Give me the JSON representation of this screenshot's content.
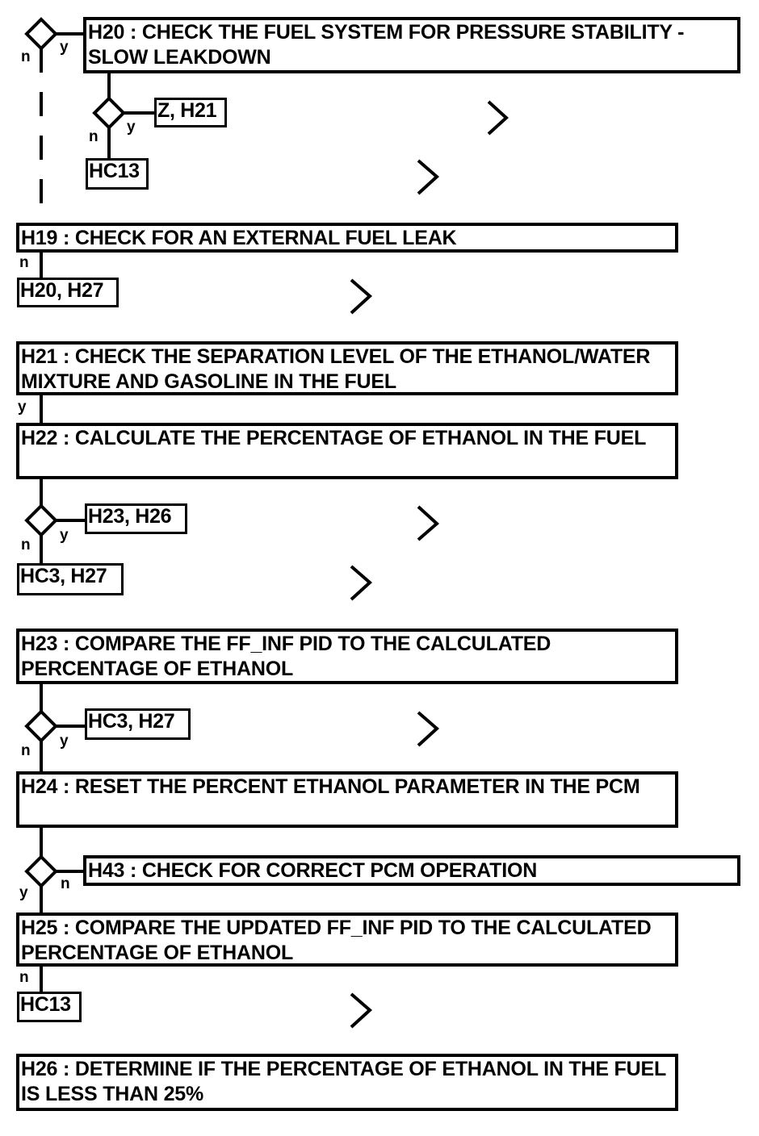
{
  "labels": {
    "yes": "y",
    "no": "n"
  },
  "steps": {
    "h20": "H20 : CHECK THE FUEL SYSTEM FOR PRESSURE STABILITY - SLOW LEAKDOWN",
    "h19": "H19 : CHECK FOR AN EXTERNAL FUEL LEAK",
    "h21": "H21 : CHECK THE SEPARATION LEVEL OF THE ETHANOL/WATER MIXTURE AND GASOLINE IN THE FUEL",
    "h22": "H22 : CALCULATE THE PERCENTAGE OF ETHANOL IN THE FUEL",
    "h23": "H23 : COMPARE THE FF_INF PID TO THE CALCULATED PERCENTAGE OF ETHANOL",
    "h24": "H24 : RESET THE PERCENT ETHANOL PARAMETER IN THE PCM",
    "h43": "H43 : CHECK FOR CORRECT PCM OPERATION",
    "h25": "H25 : COMPARE THE UPDATED FF_INF PID TO THE CALCULATED PERCENTAGE OF ETHANOL",
    "h26": "H26 : DETERMINE IF THE PERCENTAGE OF ETHANOL IN THE FUEL IS LESS THAN 25%"
  },
  "refs": {
    "z_h21": "Z, H21",
    "hc13_a": "HC13",
    "h20_h27": "H20, H27",
    "h23_h26": "H23, H26",
    "hc3_h27_a": "HC3, H27",
    "hc3_h27_b": "HC3, H27",
    "hc13_b": "HC13"
  }
}
